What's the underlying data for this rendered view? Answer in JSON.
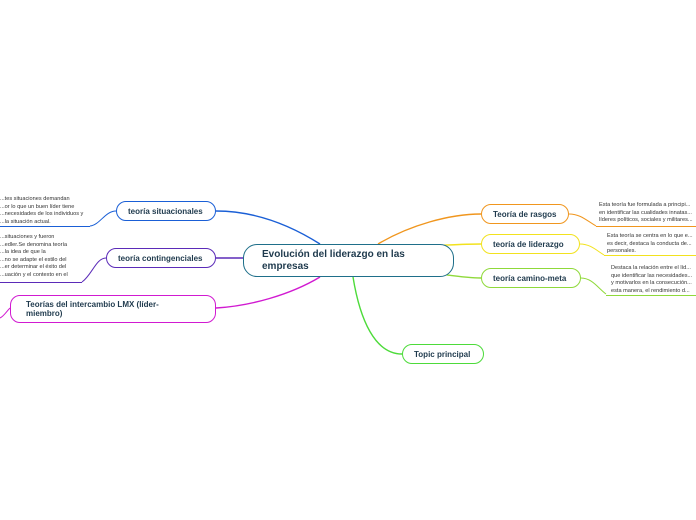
{
  "central": {
    "title": "Evolución del liderazgo en las empresas",
    "border": "#1f6f8a"
  },
  "left_topics": [
    {
      "label": "teoría situacionales",
      "color": "#1a5fd6",
      "note": [
        "...tes situaciones demandan",
        "...or lo que un buen líder tiene",
        "...necesidades de los individuos y",
        "...la situación actual."
      ]
    },
    {
      "label": "teoría contingenciales",
      "color": "#5b2bb8",
      "note": [
        "...situaciones y fueron",
        "...edler.Se denomina teoría",
        "...la idea de que la",
        "...no se adapte el estilo del",
        "...er determinar el éxito del",
        "...uación y el contexto en el"
      ]
    },
    {
      "label": "Teorías del intercambio LMX (líder-miembro)",
      "color": "#d11ad1",
      "note": []
    }
  ],
  "right_topics": [
    {
      "label": "Teoría de rasgos",
      "color": "#f0961e",
      "note": [
        "Esta teoría fue formulada a principi...",
        "en identificar las cualidades innatas...",
        "líderes políticos, sociales y militares..."
      ]
    },
    {
      "label": "teoría de liderazgo",
      "color": "#f2e21e",
      "note": [
        "Esta teoría se centra en lo que e...",
        "es decir, destaca la conducta de...",
        "personales."
      ]
    },
    {
      "label": "teoría camino-meta",
      "color": "#8fd93a",
      "note": [
        "Destaca la relación entre el líd...",
        "que identificar las necesidades...",
        "y motivarlos en la consecución...",
        "esta manera, el rendimiento d..."
      ]
    }
  ],
  "bottom_topic": {
    "label": "Topic principal",
    "color": "#4ddb3a"
  }
}
